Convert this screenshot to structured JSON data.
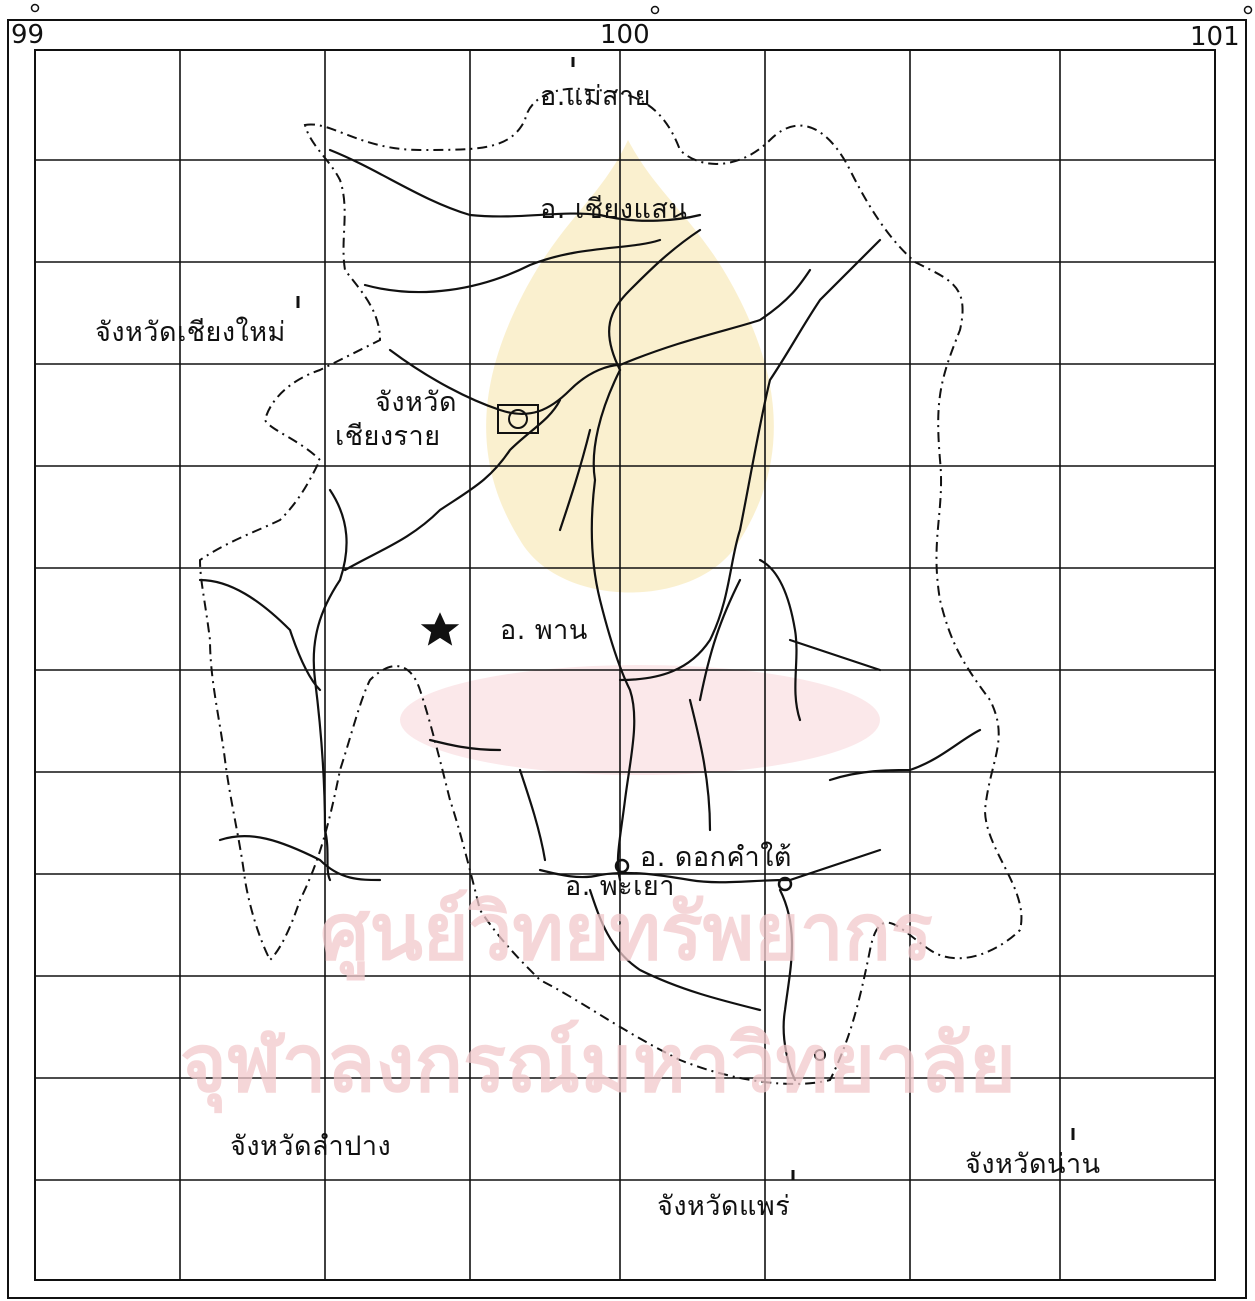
{
  "axis": {
    "lon_left": "99",
    "lon_mid": "100",
    "lon_right": "101"
  },
  "labels": {
    "mae_sai": "อ.แม่สาย",
    "chiang_saen": "อ. เชียงแสน",
    "chiang_mai": "จังหวัดเชียงใหม่",
    "chiang_rai_line1": "จังหวัด",
    "chiang_rai_line2": "เชียงราย",
    "phan": "อ. พาน",
    "dok_kham_tai": "อ. ดอกคำใต้",
    "phayao": "อ. พะเยา",
    "lampang": "จังหวัดลำปาง",
    "nan": "จังหวัดน่าน",
    "phrae": "จังหวัดแพร่"
  },
  "watermark": {
    "line1": "ศูนย์วิทยทรัพยากร",
    "line2": "จุฬาลงกรณ์มหาวิทยาลัย"
  },
  "colors": {
    "ink": "#111111",
    "watermark": "#f2c9cc",
    "seal": "#f6e3a8"
  },
  "icons": {
    "station": "star-icon",
    "town": "circle-icon",
    "province_capital": "square-circle-icon"
  }
}
